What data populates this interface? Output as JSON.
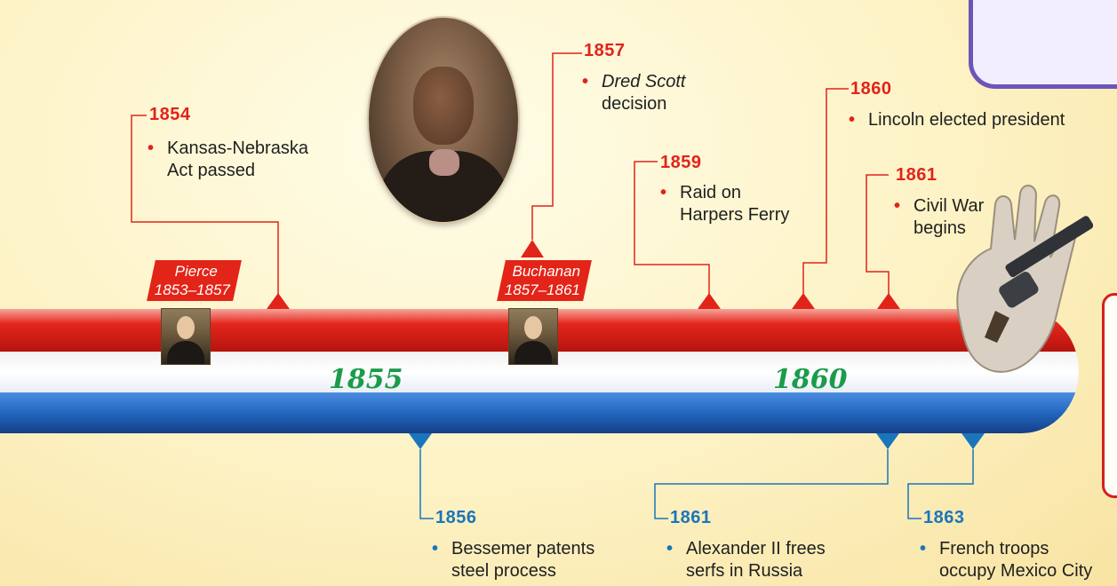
{
  "events_top": [
    {
      "year": "1854",
      "text_lines": [
        "Kansas-Nebraska",
        "Act passed"
      ]
    },
    {
      "year": "1857",
      "text_italic": "Dred Scott",
      "text_lines": [
        "decision"
      ]
    },
    {
      "year": "1859",
      "text_lines": [
        "Raid on",
        "Harpers Ferry"
      ]
    },
    {
      "year": "1860",
      "text_lines": [
        "Lincoln elected president"
      ]
    },
    {
      "year": "1861",
      "text_lines": [
        "Civil War",
        "begins"
      ]
    }
  ],
  "events_bottom": [
    {
      "year": "1856",
      "text_lines": [
        "Bessemer patents",
        "steel process"
      ]
    },
    {
      "year": "1861",
      "text_lines": [
        "Alexander II frees",
        "serfs in Russia"
      ]
    },
    {
      "year": "1863",
      "text_lines": [
        "French troops",
        "occupy Mexico City"
      ]
    }
  ],
  "presidents": [
    {
      "name": "Pierce",
      "term": "1853–1857"
    },
    {
      "name": "Buchanan",
      "term": "1857–1861"
    }
  ],
  "axis_years": [
    "1855",
    "1860"
  ],
  "bullet": "•",
  "colors": {
    "us_accent": "#e2231a",
    "world_accent": "#1b75bc",
    "axis_year": "#1a9c4a",
    "bar_red": "#e3261c",
    "bar_blue": "#2266c0"
  }
}
